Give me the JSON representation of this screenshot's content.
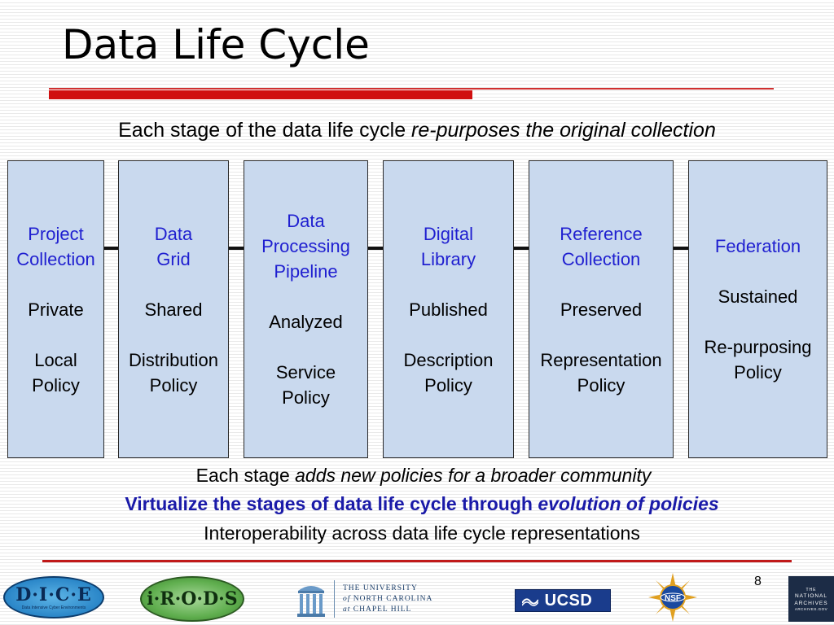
{
  "title": "Data Life Cycle",
  "subtitle": {
    "plain": "Each stage of the data life cycle ",
    "italic": "re-purposes the original collection"
  },
  "stages": [
    {
      "name": "Project\nCollection",
      "state": "Private",
      "policy": "Local\nPolicy"
    },
    {
      "name": "Data\nGrid",
      "state": "Shared",
      "policy": "Distribution\nPolicy"
    },
    {
      "name": "Data\nProcessing\nPipeline",
      "state": "Analyzed",
      "policy": "Service\nPolicy"
    },
    {
      "name": "Digital\nLibrary",
      "state": "Published",
      "policy": "Description\nPolicy"
    },
    {
      "name": "Reference\nCollection",
      "state": "Preserved",
      "policy": "Representation\nPolicy"
    },
    {
      "name": "Federation",
      "state": "Sustained",
      "policy": "Re-purposing\nPolicy"
    }
  ],
  "bottom": {
    "line1_plain": "Each stage ",
    "line1_italic": "adds new policies for a broader community",
    "line2_plain": "Virtualize the stages of data life cycle through ",
    "line2_italic": "evolution of policies",
    "line3": "Interoperability across data life cycle representations"
  },
  "page_number": "8",
  "logos": {
    "dice": {
      "text": "D·I·C·E",
      "subtext": "Data Intensive Cyber Environments"
    },
    "irods": {
      "text": "i·R·O·D·S"
    },
    "unc": {
      "line1": "THE UNIVERSITY",
      "line2_italic": "of",
      "line2": " NORTH CAROLINA",
      "line3_italic": "at",
      "line3": " CHAPEL HILL"
    },
    "ucsd": {
      "text": "UCSD"
    },
    "nsf": {
      "text": "NSF"
    },
    "national_archives": {
      "line1": "THE",
      "line2": "NATIONAL",
      "line3": "ARCHIVES",
      "line4": "ARCHIVES.GOV"
    }
  },
  "colors": {
    "stage_fill": "#c9d9ee",
    "stage_name": "#1f1fd0",
    "accent_red": "#d01010",
    "bold_blue": "#1a1aa8"
  }
}
